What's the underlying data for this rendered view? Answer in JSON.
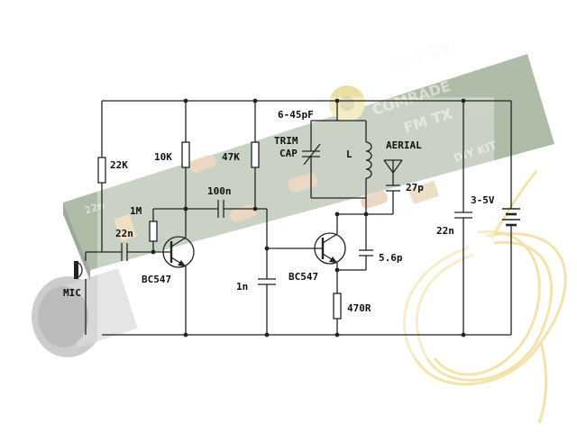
{
  "background": {
    "board_color": "#5f7a4f",
    "wire_color": "#e8c85a",
    "board_text": {
      "voltage": "+⊖3-5V",
      "brand": "COMRADE",
      "model": "FM TX",
      "kit": "DIY KIT",
      "aerial": "AERIAL",
      "cap": "22n"
    }
  },
  "schematic": {
    "labels": {
      "r_22k": "22K",
      "r_10k": "10K",
      "r_47k": "47K",
      "c_100n": "100n",
      "r_1m": "1M",
      "c_22n_in": "22n",
      "mic": "MIC",
      "q1": "BC547",
      "c_1n": "1n",
      "trimcap": "6-45pF",
      "trim": "TRIM",
      "cap": "CAP",
      "inductor": "L",
      "aerial": "AERIAL",
      "c_27p": "27p",
      "q2": "BC547",
      "c_5p6": "5.6p",
      "r_470r": "470R",
      "supply": "3-5V",
      "c_22n_supply": "22n"
    }
  }
}
